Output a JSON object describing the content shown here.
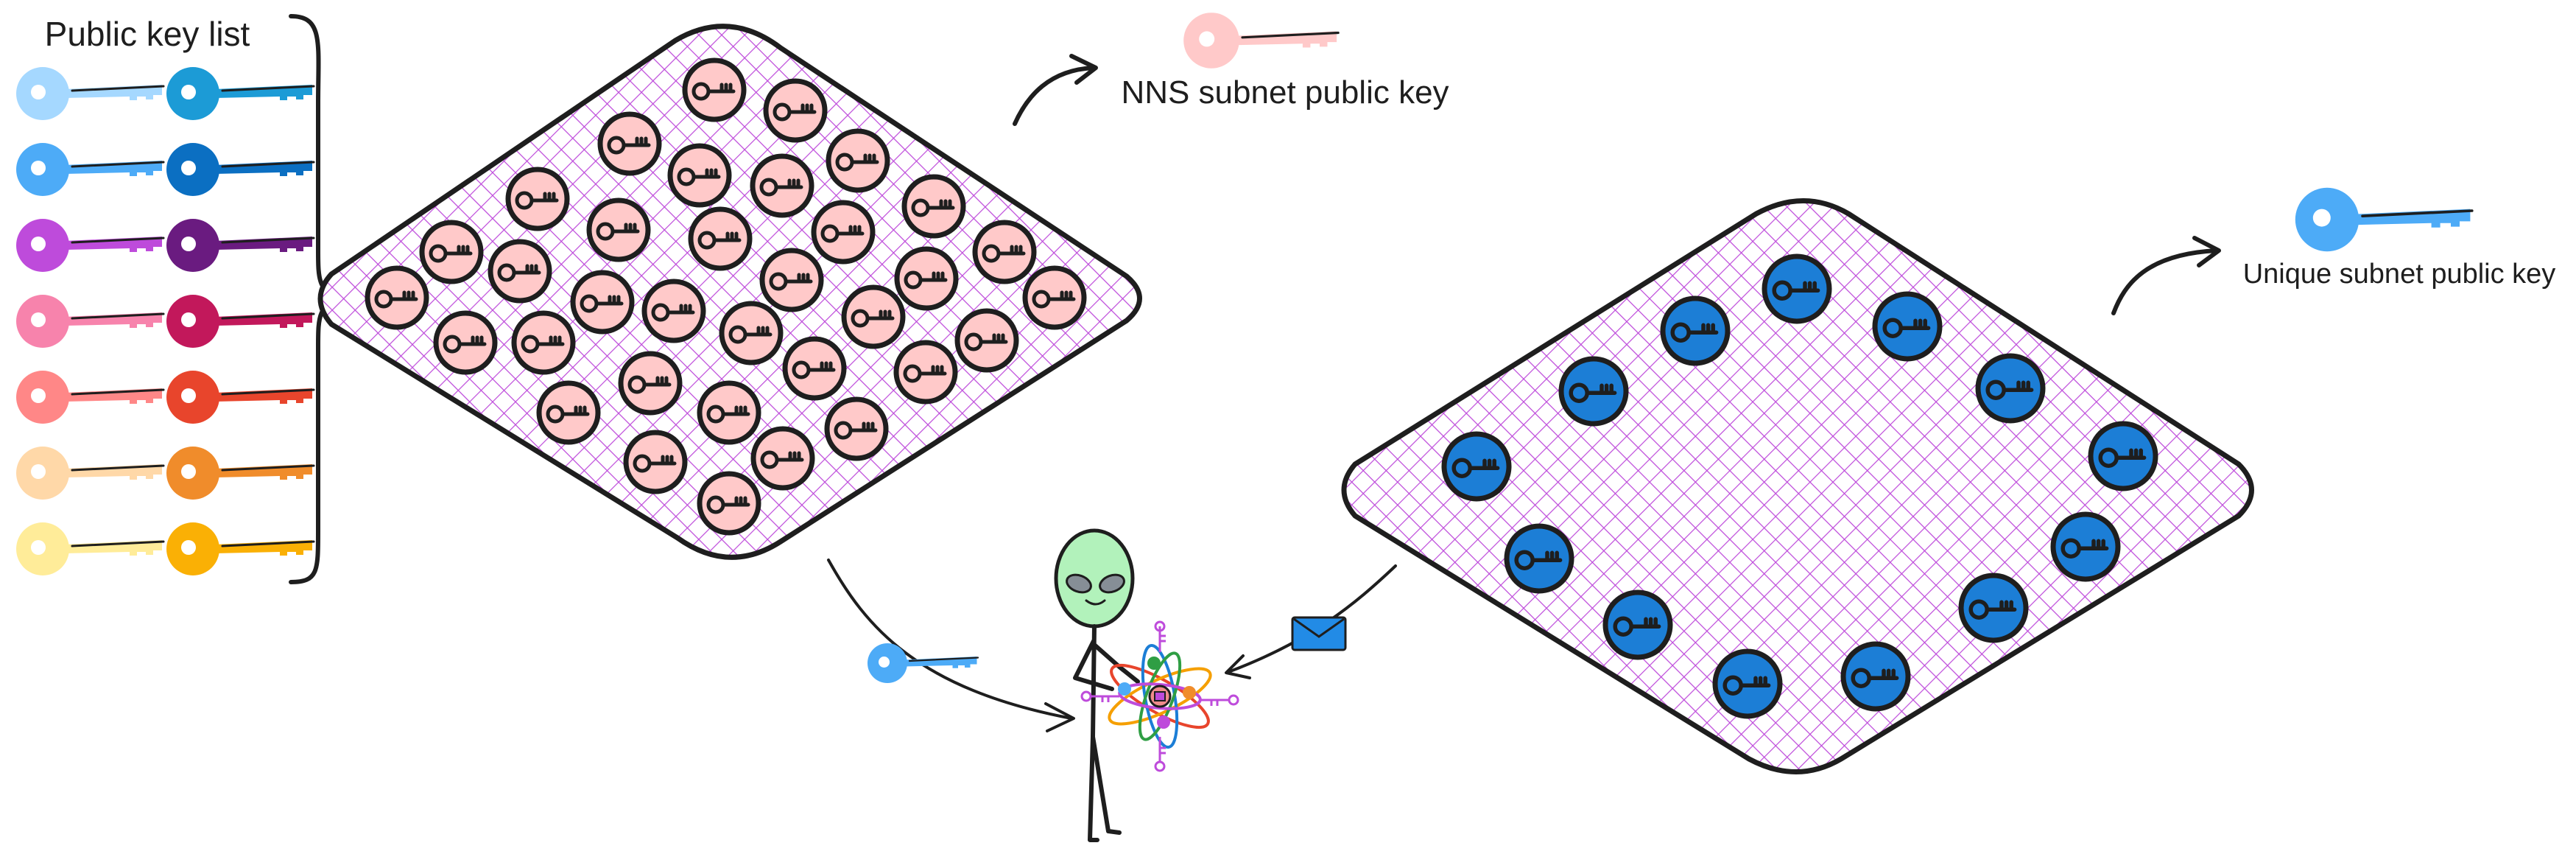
{
  "labels": {
    "public_key_list": "Public key list",
    "nns_subnet_public_key": "NNS subnet public key",
    "unique_subnet_public_key": "Unique subnet public key"
  },
  "colors": {
    "ink": "#1e1e1e",
    "hatch": "#be4bdb",
    "node_pink": "#ffc9c9",
    "node_blue": "#1c7ed6",
    "nns_key": "#ffc9c9",
    "unique_key": "#4dabf7",
    "alien_head": "#b2f2bb",
    "envelope": "#228be6",
    "key_list": [
      [
        "#a5d8ff",
        "#1c9bd6"
      ],
      [
        "#4dabf7",
        "#0b6fc2"
      ],
      [
        "#be4bdb",
        "#6a1b80"
      ],
      [
        "#f783ac",
        "#c2185b"
      ],
      [
        "#ff8787",
        "#e8452c"
      ],
      [
        "#ffd8a8",
        "#f08c2b"
      ],
      [
        "#ffec99",
        "#fab005"
      ]
    ]
  },
  "icons": {
    "node": "key-icon",
    "envelope": "envelope-icon",
    "figure": "alien-icon"
  }
}
